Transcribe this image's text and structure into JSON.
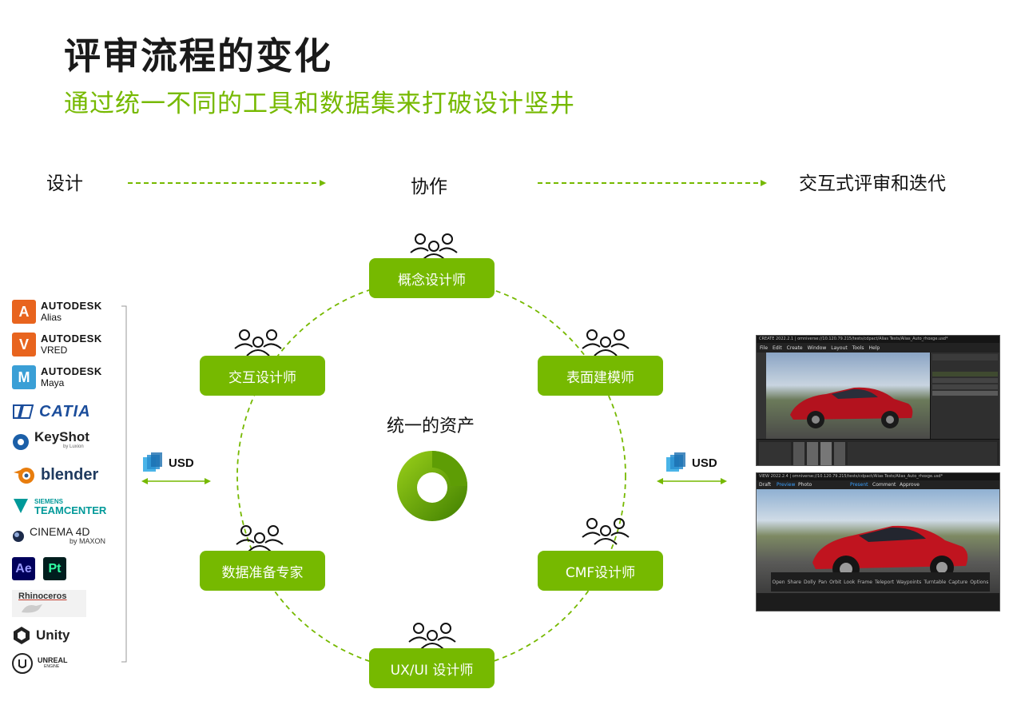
{
  "header": {
    "title": "评审流程的变化",
    "subtitle": "通过统一不同的工具和数据集来打破设计竖井"
  },
  "stages": {
    "design": "设计",
    "collab": "协作",
    "review": "交互式评审和迭代"
  },
  "roles": {
    "concept": "概念设计师",
    "interaction": "交互设计师",
    "surface": "表面建模师",
    "data_prep": "数据准备专家",
    "cmf": "CMF设计师",
    "uxui": "UX/UI 设计师"
  },
  "center": {
    "label": "统一的资产"
  },
  "usd": {
    "left": "USD",
    "right": "USD"
  },
  "tools": {
    "alias": {
      "tile": "A",
      "brand": "AUTODESK",
      "product": "Alias",
      "color": "#e8641e"
    },
    "vred": {
      "tile": "V",
      "brand": "AUTODESK",
      "product": "VRED",
      "color": "#e8641e"
    },
    "maya": {
      "tile": "M",
      "brand": "AUTODESK",
      "product": "Maya",
      "color": "#3a9fd6"
    },
    "catia": "CATIA",
    "keyshot": "KeyShot",
    "keyshot_sub": "by Luxion",
    "blender": "blender",
    "siemens_top": "SIEMENS",
    "siemens_bottom": "TEAMCENTER",
    "cinema": "CINEMA 4D",
    "cinema_sub": "by MAXON",
    "ae": "Ae",
    "pt": "Pt",
    "rhino": "Rhinoceros",
    "unity": "Unity",
    "unreal": "UNREAL",
    "unreal_sub": "ENGINE"
  },
  "screens": {
    "create_title": "CREATE 2022.2.1 | omniverse://10.120.79.215/tests/cdpact/Alias Tests/Alias_Auto_rhoxge.usd*",
    "create_menu": [
      "File",
      "Edit",
      "Create",
      "Window",
      "Layout",
      "Tools",
      "Help"
    ],
    "view_title": "VIEW 2022.2.4 | omniverse://10.120.79.215/tests/cdpact/Alias Tests/Alias_Auto_rhoxge.usd*",
    "view_tabs": [
      "Draft",
      "Preview",
      "Photo",
      "Present",
      "Comment",
      "Approve"
    ],
    "view_tools": [
      "Open",
      "Share",
      "Dolly",
      "Pan",
      "Orbit",
      "Look",
      "Frame",
      "Teleport",
      "Waypoints",
      "Turntable",
      "Capture",
      "Options"
    ]
  },
  "colors": {
    "accent": "#76b900",
    "text": "#111111"
  }
}
